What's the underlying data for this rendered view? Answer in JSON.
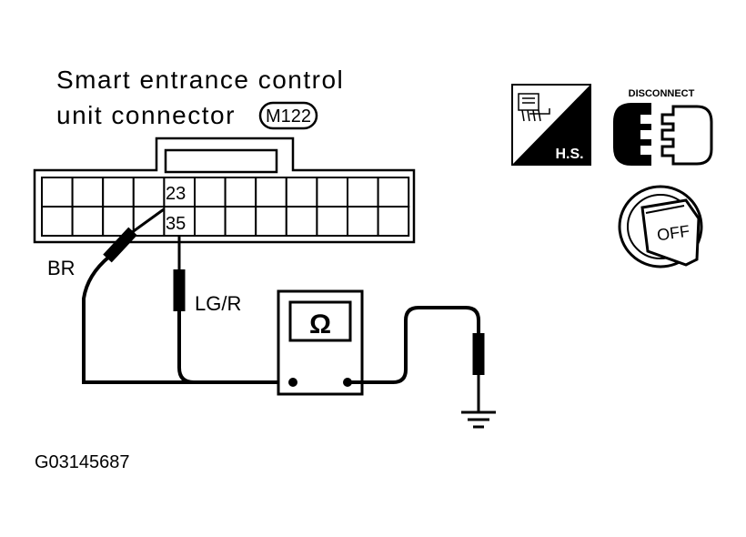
{
  "title": {
    "line1": "Smart entrance control",
    "line2": "unit connector",
    "connector_id": "M122"
  },
  "connector": {
    "pins": [
      "23",
      "35"
    ],
    "columns": 12,
    "rows": 2
  },
  "wires": [
    {
      "color_code": "BR"
    },
    {
      "color_code": "LG/R"
    }
  ],
  "meter": {
    "symbol": "Ω",
    "icon": "ohmmeter-icon"
  },
  "icons": {
    "harness_label": "H.S.",
    "disconnect_label": "DISCONNECT",
    "ignition_label": "OFF"
  },
  "figure_code": "G03145687"
}
